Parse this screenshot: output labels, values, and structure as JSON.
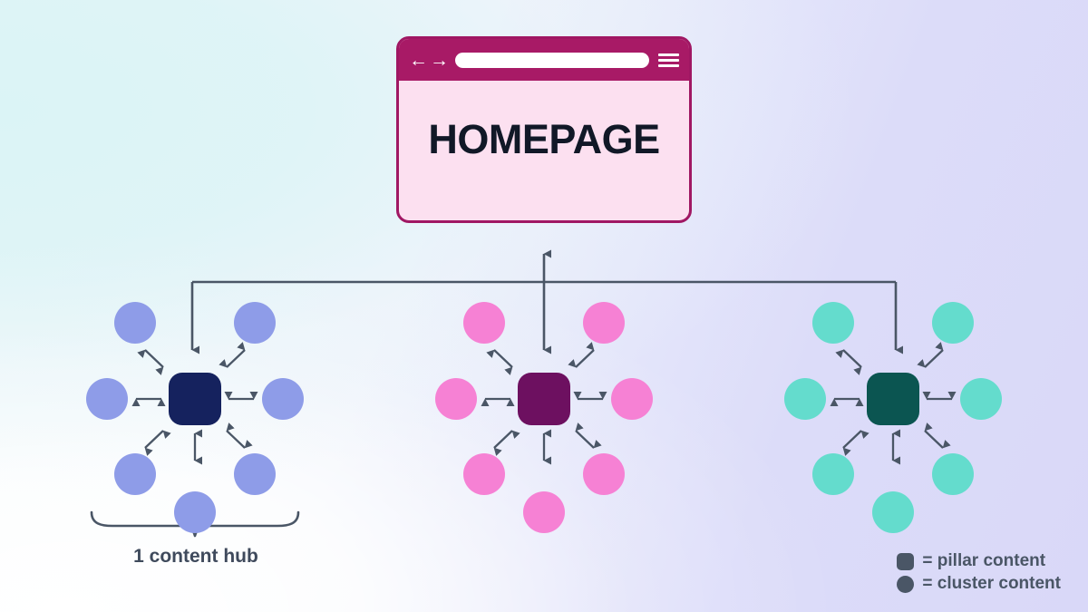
{
  "background": {
    "gradient_from": "#e6f6f7",
    "gradient_mid": "#eef2fb",
    "gradient_to": "#d9d8f8"
  },
  "browser": {
    "title": "HOMEPAGE",
    "back_icon": "←",
    "forward_icon": "→",
    "url_value": "",
    "menu_icon": "hamburger-icon",
    "chrome_color": "#a81a66",
    "body_color": "#fce0f0",
    "border_color": "#a01763",
    "title_color": "#111827"
  },
  "connectors": {
    "line_color": "#4a5666",
    "left_branch": "arrow-down",
    "center_branch": "arrow-double-vertical",
    "right_branch": "arrow-down"
  },
  "clusters": [
    {
      "id": "cluster-1",
      "pillar_color": "#15225e",
      "node_color": "#8e9ce8",
      "arrow_color": "#4a5666",
      "satellite_count": 7
    },
    {
      "id": "cluster-2",
      "pillar_color": "#6d1060",
      "node_color": "#f681d4",
      "arrow_color": "#4a5666",
      "satellite_count": 7
    },
    {
      "id": "cluster-3",
      "pillar_color": "#0b5551",
      "node_color": "#64dccd",
      "arrow_color": "#4a5666",
      "satellite_count": 7
    }
  ],
  "hub_label": {
    "text": "1 content hub",
    "color": "#3f4a5c",
    "brace_color": "#4a5666"
  },
  "legend": {
    "items": [
      {
        "shape": "square",
        "text": "= pillar content"
      },
      {
        "shape": "circle",
        "text": "= cluster content"
      }
    ],
    "color": "#4a5666"
  }
}
